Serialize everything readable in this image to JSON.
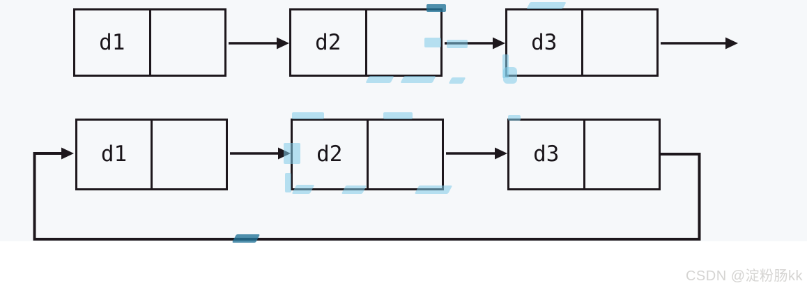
{
  "diagram": {
    "rows": [
      {
        "nodes": [
          "d1",
          "d2",
          "d3"
        ]
      },
      {
        "nodes": [
          "d1",
          "d2",
          "d3"
        ]
      }
    ]
  },
  "watermark": {
    "text": "CSDN @淀粉肠kk"
  },
  "colors": {
    "line": "#1d171c",
    "canvas_background": "#f6f8fa",
    "page_background": "#ffffff",
    "highlight_marks": "#7dc8e6",
    "watermark_text": "#d5d4d2"
  }
}
